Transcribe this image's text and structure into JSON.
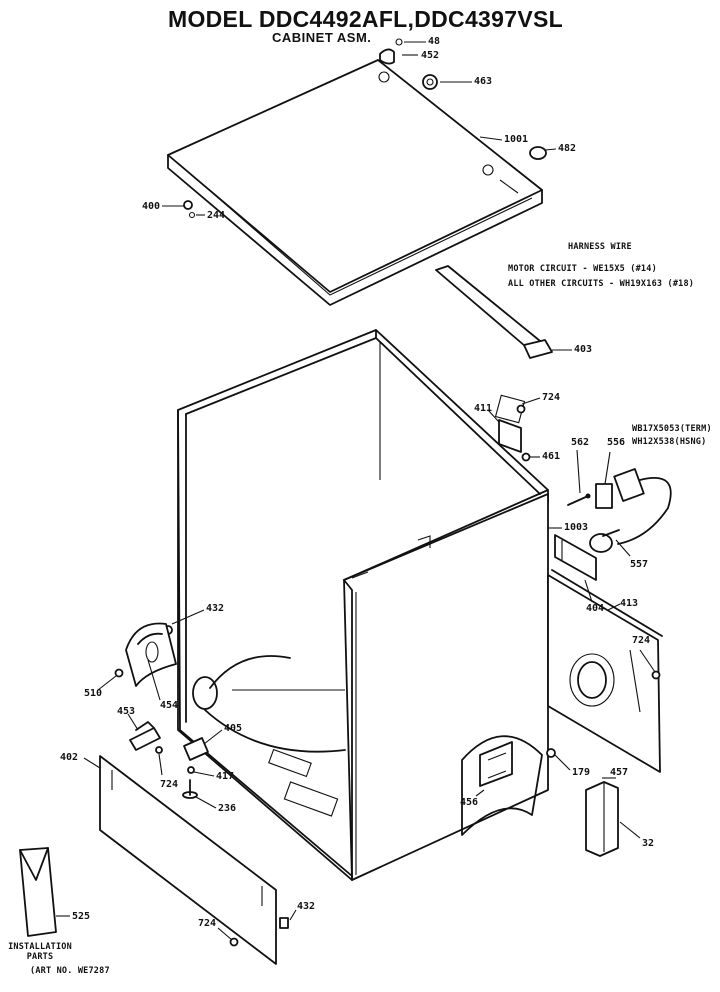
{
  "title": "MODEL DDC4492AFL,DDC4397VSL",
  "subtitle": "CABINET ASM.",
  "notes": {
    "harness_heading": "HARNESS WIRE",
    "motor_circuit": "MOTOR CIRCUIT - WE15X5 (#14)",
    "other_circuits": "ALL OTHER CIRCUITS - WH19X163 (#18)",
    "terminal_part": "WB17X5053(TERM)",
    "housing_part": "WH12X538(HSNG)",
    "installation_parts": "INSTALLATION PARTS",
    "art_no": "(ART NO. WE7287"
  },
  "callouts": {
    "p48": "48",
    "p452": "452",
    "p463": "463",
    "p1001": "1001",
    "p482": "482",
    "p400": "400",
    "p244": "244",
    "p403": "403",
    "p411": "411",
    "p724a": "724",
    "p461": "461",
    "p562": "562",
    "p556": "556",
    "p1003": "1003",
    "p557": "557",
    "p404": "404",
    "p413": "413",
    "p724b": "724",
    "p432a": "432",
    "p510": "510",
    "p454": "454",
    "p453": "453",
    "p405": "405",
    "p724c": "724",
    "p417": "417",
    "p236": "236",
    "p402": "402",
    "p179": "179",
    "p457": "457",
    "p456": "456",
    "p32": "32",
    "p525": "525",
    "p432b": "432",
    "p724d": "724"
  }
}
